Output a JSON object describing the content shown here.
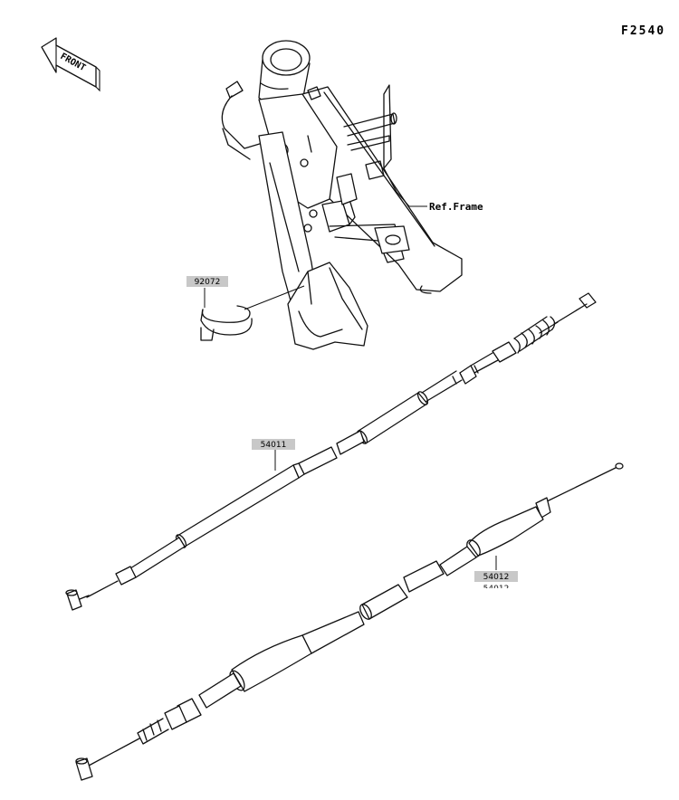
{
  "figure_code": "F2540",
  "front_label": "FRONT",
  "ref_label": "Ref.Frame",
  "parts": [
    {
      "number": "92072"
    },
    {
      "number": "54011"
    },
    {
      "number": "54012"
    }
  ]
}
